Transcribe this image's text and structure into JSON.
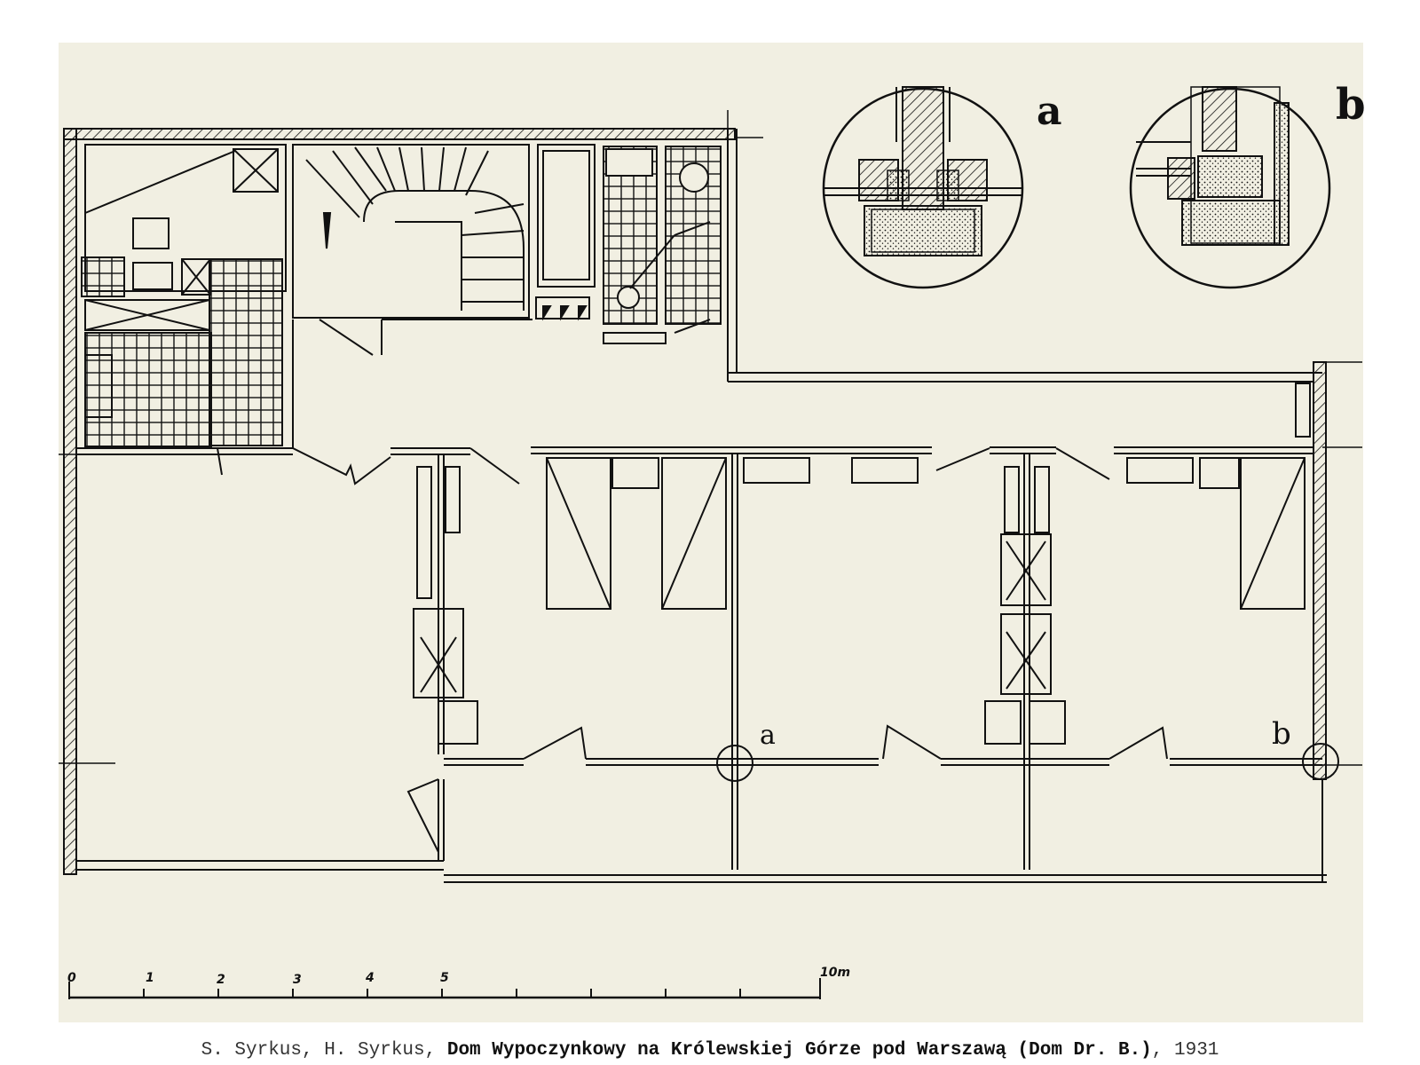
{
  "caption": {
    "authors": "S. Syrkus, H. Syrkus, ",
    "title": "Dom Wypoczynkowy na Królewskiej Górze pod Warszawą (Dom Dr. B.)",
    "year": ", 1931"
  },
  "details": {
    "a_label": "a",
    "b_label": "b"
  },
  "plan_marks": {
    "a_mark": "a",
    "b_mark": "b"
  },
  "scale_bar": {
    "ticks": [
      "0",
      "1",
      "2",
      "3",
      "4",
      "5"
    ],
    "end_label": "10m"
  },
  "colors": {
    "paper": "#f1efe2",
    "ink": "#111111"
  }
}
